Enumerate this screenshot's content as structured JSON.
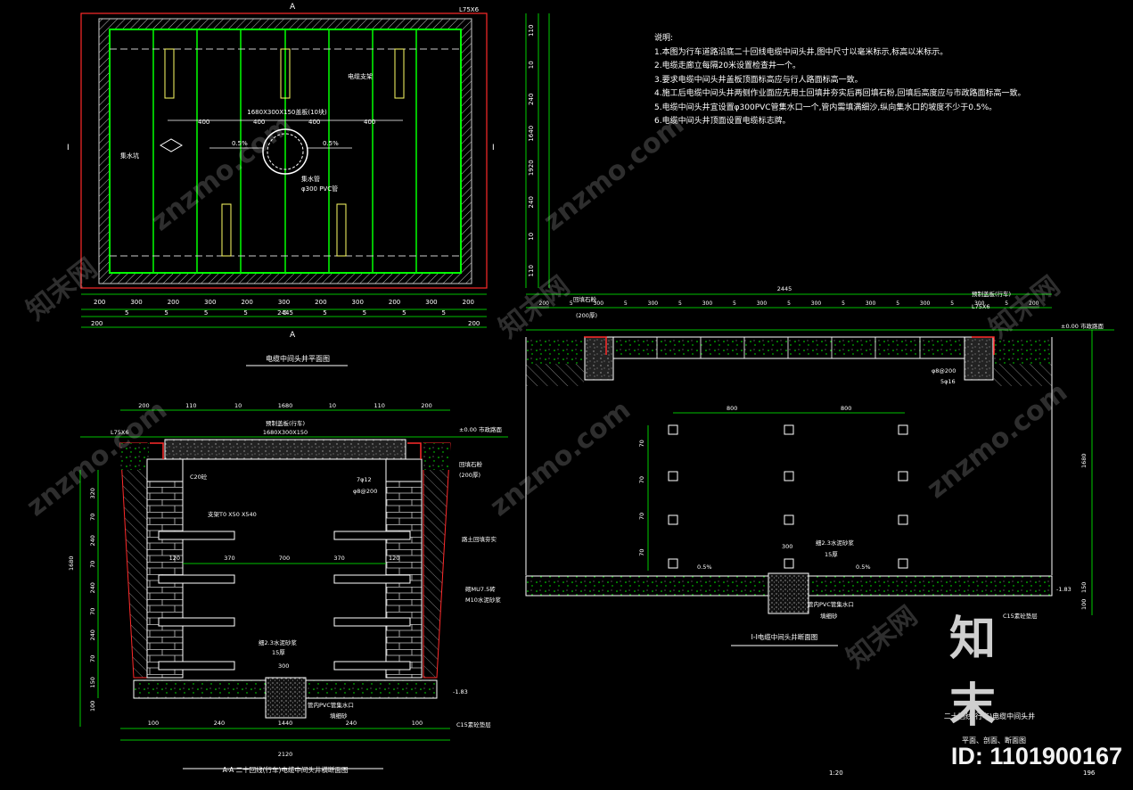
{
  "section_marks": {
    "a_top": "A",
    "a_bottom": "A",
    "i_left": "Ⅰ",
    "i_right": "Ⅰ"
  },
  "plan": {
    "title": "电缆中间头井平面图",
    "angle": "L75X6",
    "cover_note": "1680X300X150盖板(10块)",
    "support_label": "电缆支架",
    "drain_label": "集水坑",
    "pipe_label": "集水管",
    "pipe_spec": "φ300 PVC管",
    "slope_left": "0.5%",
    "slope_right": "0.5%",
    "top_dims": [
      "400",
      "400",
      "400",
      "400"
    ],
    "bottom_dims_row1": [
      "200",
      "300",
      "200",
      "300",
      "200",
      "300",
      "200",
      "300",
      "200",
      "300",
      "200"
    ],
    "bottom_dims_row2": [
      "5",
      "5",
      "5",
      "5",
      "5",
      "5",
      "5",
      "5",
      "5"
    ],
    "total_width": "2445",
    "total_width2": "200",
    "total_width3": "200",
    "right_dims": [
      "110",
      "10",
      "240",
      "1640",
      "1920",
      "240",
      "10",
      "110"
    ]
  },
  "notes": {
    "heading": "说明:",
    "items": [
      "1.本图为行车道路沿底二十回线电缆中间头井,图中尺寸以毫米标示,标高以米标示。",
      "2.电缆走廊立每隔20米设置检查井一个。",
      "3.要求电缆中间头井盖板顶面标高应与行人路面标高一致。",
      "4.施工后电缆中间头井两侧作业面应先用土回填井夯实后再回填石粉,回填后高度应与市政路面标高一致。",
      "5.电缆中间头井宜设置φ300PVC管集水口一个,管内需填满细沙,纵向集水口的坡度不少于0.5%。",
      "6.电缆中间头井顶面设置电缆标志牌。"
    ]
  },
  "section_aa": {
    "title": "A-A 二十回线(行车)电缆中间头井横断面图",
    "top_dims": [
      "200",
      "110",
      "10",
      "1680",
      "10",
      "110",
      "200"
    ],
    "cover": "预制盖板(行车)",
    "cover_size": "1680X300X150",
    "elev_top": "±0.00 市政路面",
    "angle": "L75X6",
    "concrete": "C20砼",
    "stone": "回填石粉",
    "stone_thk": "(200厚)",
    "bar": "7φ12",
    "bar2": "φ8@200",
    "bracket": "支架T0 X50 X540",
    "soil": "路土回填夯实",
    "wall": "砌MU7.5砖",
    "mortar": "M10水泥砂浆",
    "left_dims": [
      "320",
      "70",
      "240",
      "70",
      "240",
      "70",
      "240",
      "70",
      "150",
      "100"
    ],
    "left_total": "1680",
    "mid_dims": [
      "120",
      "370",
      "700",
      "370",
      "120"
    ],
    "sand": "细2.3水泥砂浆",
    "sand_thk": "15厚",
    "sump_w": "300",
    "pvc": "管内PVC管集水口",
    "fill": "填细砂",
    "c15": "C15素砼垫层",
    "elev_bottom": "-1.83",
    "bottom_dims": [
      "100",
      "240",
      "1440",
      "240",
      "100"
    ],
    "bottom_total": "2120"
  },
  "section_ii": {
    "title": "Ⅰ-Ⅰ电缆中间头井断面图",
    "total_width": "2445",
    "dims": [
      "200",
      "5",
      "300",
      "5",
      "300",
      "5",
      "300",
      "5",
      "300",
      "5",
      "300",
      "5",
      "300",
      "5",
      "300",
      "5",
      "300",
      "5",
      "200"
    ],
    "stone": "回填石粉",
    "stone_thk": "(200厚)",
    "drain_label": "预制盖板(行车)",
    "angle": "L75X6",
    "elev_top": "±0.00 市政路面",
    "bar": "φ8@200",
    "bar2": "5φ16",
    "hole_dims": [
      "800",
      "800"
    ],
    "left_dims": [
      "70",
      "70",
      "70",
      "70"
    ],
    "sump_w": "300",
    "sand": "细2.3水泥砂浆",
    "sand_thk": "15厚",
    "slope_l": "0.5%",
    "slope_r": "0.5%",
    "right_h": "1680",
    "right_dims": [
      "150",
      "100"
    ],
    "elev_bottom": "-1.83",
    "pvc": "管内PVC管集水口",
    "fill": "填细砂",
    "c15": "C15素砼垫层"
  },
  "title_block": {
    "name": "二十回线(行车)电缆中间头井",
    "sub": "平面、剖面、断面图",
    "scale": "1:20",
    "sheet": "196"
  },
  "watermark": {
    "brand": "知末",
    "id": "ID: 1101900167",
    "site": "znzmo.com",
    "cn": "知末网"
  },
  "colors": {
    "green": "#00ff00",
    "red": "#ff2a2a",
    "white": "#ffffff",
    "grey": "#9a9a9a",
    "yellow": "#ffff66",
    "bg": "#000000"
  }
}
